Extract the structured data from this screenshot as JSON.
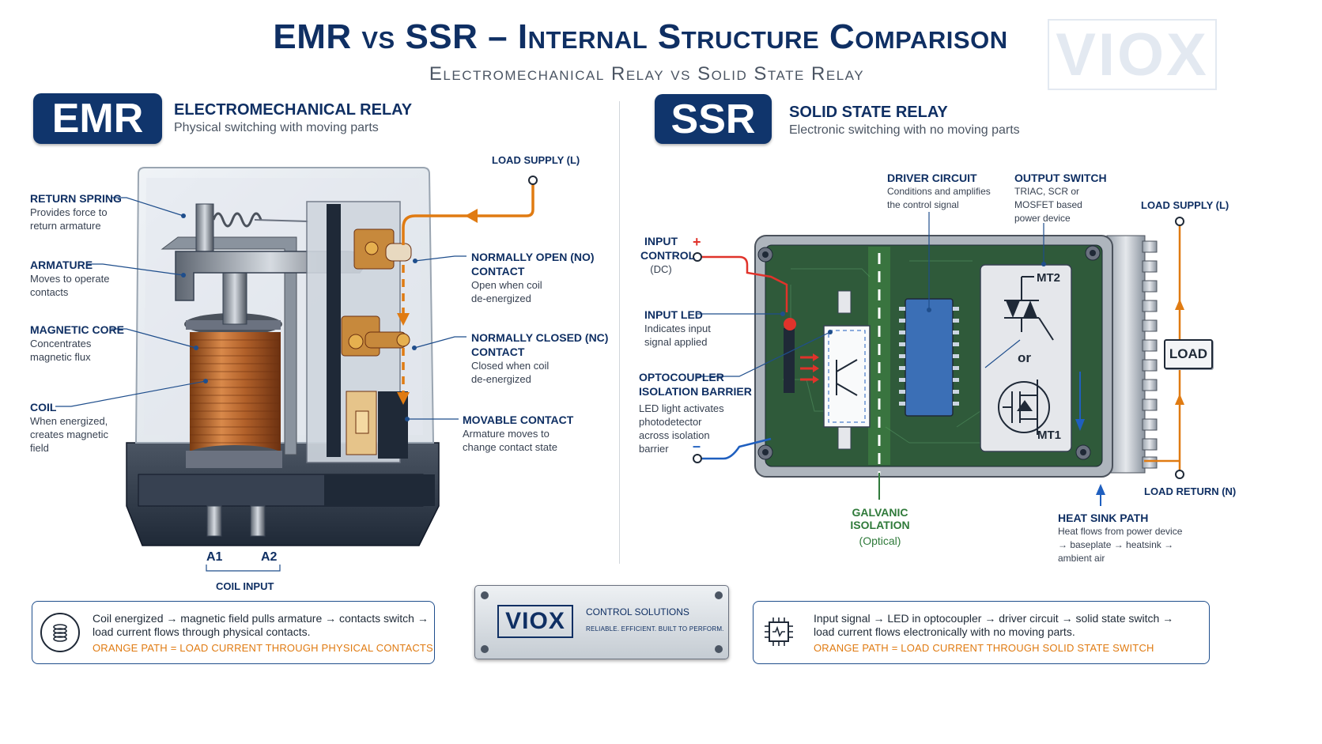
{
  "header": {
    "title": "EMR vs SSR – Internal Structure Comparison",
    "subtitle": "Electromechanical Relay vs Solid State Relay",
    "watermark": "VIOX"
  },
  "emr": {
    "badge": "EMR",
    "title": "ELECTROMECHANICAL RELAY",
    "subtitle": "Physical switching with moving parts",
    "labels": {
      "return_spring": {
        "title": "RETURN SPRING",
        "desc1": "Provides force to",
        "desc2": "return armature"
      },
      "armature": {
        "title": "ARMATURE",
        "desc1": "Moves to operate",
        "desc2": "contacts"
      },
      "magnetic_core": {
        "title": "MAGNETIC CORE",
        "desc1": "Concentrates",
        "desc2": "magnetic flux"
      },
      "coil": {
        "title": "COIL",
        "desc1": "When energized,",
        "desc2": "creates magnetic",
        "desc3": "field"
      },
      "load_supply": "LOAD SUPPLY (L)",
      "no_contact": {
        "title1": "NORMALLY OPEN (NO)",
        "title2": "CONTACT",
        "desc1": "Open when coil",
        "desc2": "de-energized"
      },
      "nc_contact": {
        "title1": "NORMALLY CLOSED (NC)",
        "title2": "CONTACT",
        "desc1": "Closed when coil",
        "desc2": "de-energized"
      },
      "movable_contact": {
        "title": "MOVABLE CONTACT",
        "desc1": "Armature moves to",
        "desc2": "change contact state"
      },
      "a1": "A1",
      "a2": "A2",
      "coil_input": "COIL INPUT"
    },
    "summary": {
      "line1": "Coil energized → magnetic field pulls armature → contacts switch →",
      "line2": "load current flows through physical contacts.",
      "orange": "ORANGE PATH = LOAD CURRENT THROUGH PHYSICAL CONTACTS"
    }
  },
  "ssr": {
    "badge": "SSR",
    "title": "SOLID STATE RELAY",
    "subtitle": "Electronic switching with no moving parts",
    "labels": {
      "input_control": {
        "t1": "INPUT",
        "t2": "CONTROL",
        "t3": "(DC)",
        "plus": "+",
        "minus": "–"
      },
      "input_led": {
        "title": "INPUT LED",
        "desc1": "Indicates input",
        "desc2": "signal applied"
      },
      "optocoupler": {
        "title1": "OPTOCOUPLER",
        "title2": "ISOLATION BARRIER",
        "desc1": "LED light activates",
        "desc2": "photodetector",
        "desc3": "across isolation",
        "desc4": "barrier"
      },
      "driver": {
        "title": "DRIVER CIRCUIT",
        "desc1": "Conditions and amplifies",
        "desc2": "the control signal"
      },
      "output_switch": {
        "title": "OUTPUT SWITCH",
        "desc1": "TRIAC, SCR or",
        "desc2": "MOSFET based",
        "desc3": "power device"
      },
      "load_supply": "LOAD SUPPLY (L)",
      "load_return": "LOAD RETURN (N)",
      "load": "LOAD",
      "mt2": "MT2",
      "mt1": "MT1",
      "or": "or",
      "galvanic": {
        "t1": "GALVANIC ISOLATION",
        "t2": "(Optical)"
      },
      "heat_sink": {
        "title": "HEAT SINK PATH",
        "desc1": "Heat flows from power device",
        "desc2": "→ baseplate → heatsink →",
        "desc3": "ambient air"
      }
    },
    "summary": {
      "line1": "Input signal → LED in optocoupler → driver circuit → solid state switch →",
      "line2": "load current flows electronically with no moving parts.",
      "orange": "ORANGE PATH = LOAD CURRENT THROUGH SOLID STATE SWITCH"
    }
  },
  "plate": {
    "brand": "VIOX",
    "line1": "CONTROL SOLUTIONS",
    "line2": "RELIABLE. EFFICIENT. BUILT TO PERFORM."
  },
  "colors": {
    "navy": "#10356c",
    "orange": "#e07b12",
    "pcb": "#2f5a3a",
    "red": "#e0332b",
    "blue": "#1f5fbf",
    "copper": "#c46a2c"
  }
}
